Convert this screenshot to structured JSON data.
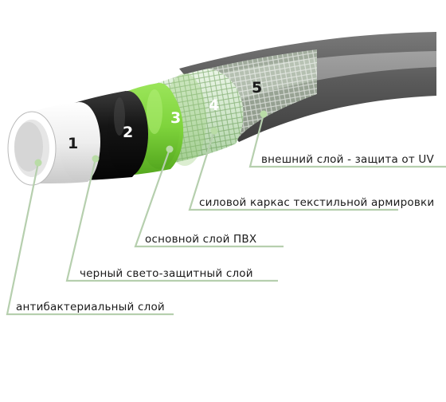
{
  "layers": [
    {
      "number": "1",
      "label": "антибактериальный слой"
    },
    {
      "number": "2",
      "label": "черный свето-защитный слой"
    },
    {
      "number": "3",
      "label": "основной слой ПВХ"
    },
    {
      "number": "4",
      "label": "силовой каркас текстильной армировки"
    },
    {
      "number": "5",
      "label": "внешний слой - защита от UV"
    }
  ],
  "colors": {
    "outer_gray": "#5b5b5b",
    "mesh_green": "#cfe6c9",
    "pvc_green": "#7fd43c",
    "black_layer": "#151515",
    "inner_white": "#f2f2f2",
    "leader_line": "#b6cfae",
    "leader_dot": "#b9dca6"
  }
}
